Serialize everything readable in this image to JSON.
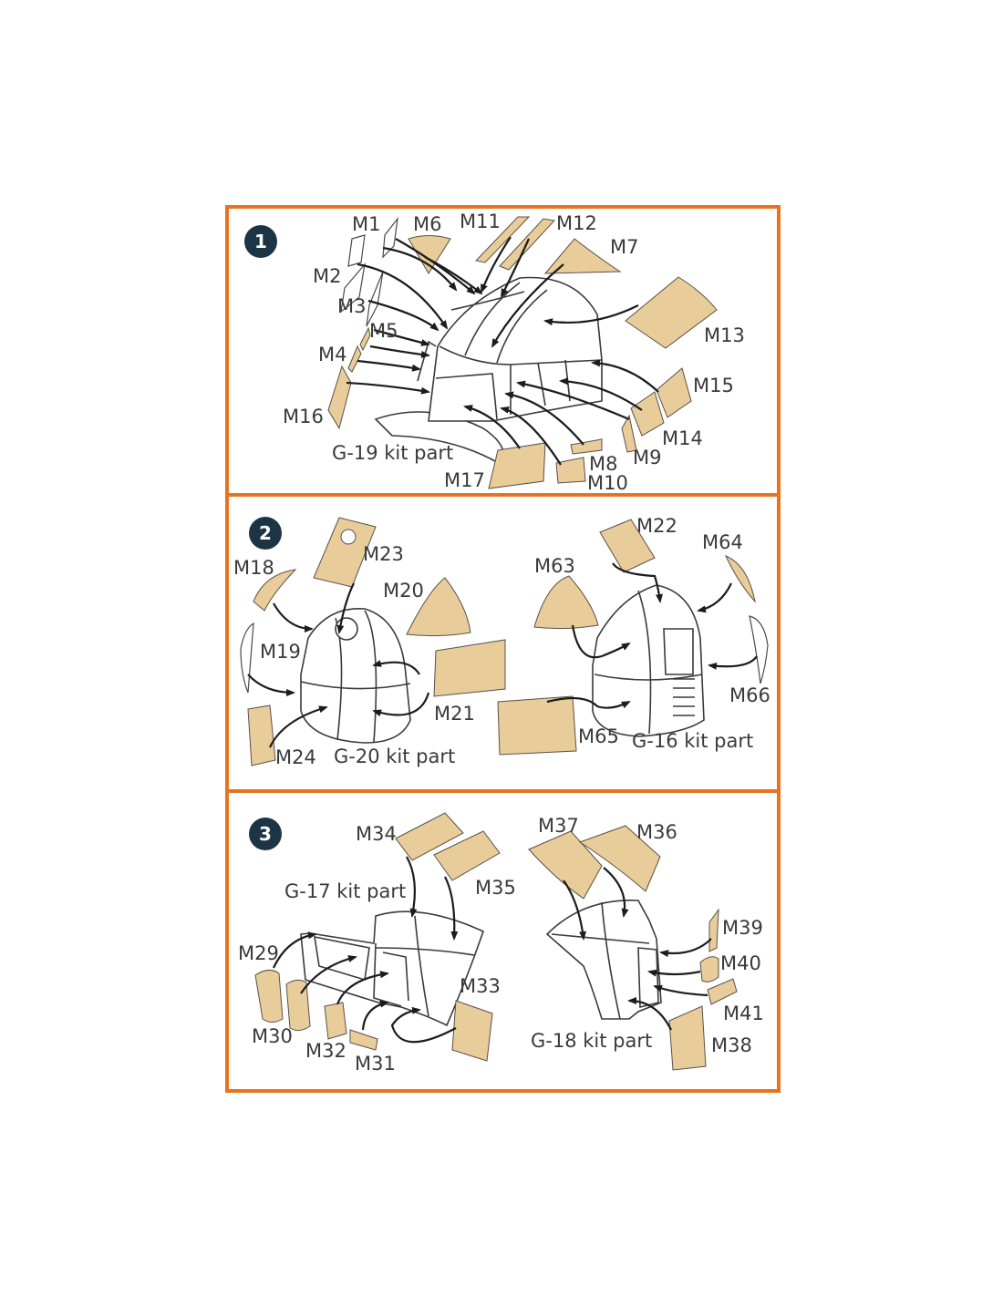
{
  "colors": {
    "frame": "#e8731e",
    "mask": "#e8cc9a",
    "badge": "#1d3445",
    "text": "#3a3a3a"
  },
  "steps": [
    {
      "number": "1",
      "kit_part": "G-19 kit part",
      "labels": [
        "M1",
        "M6",
        "M11",
        "M12",
        "M7",
        "M2",
        "M3",
        "M5",
        "M4",
        "M16",
        "M13",
        "M15",
        "M14",
        "M9",
        "M8",
        "M10",
        "M17"
      ]
    },
    {
      "number": "2",
      "kit_parts": [
        "G-20 kit part",
        "G-16 kit part"
      ],
      "labels": [
        "M23",
        "M18",
        "M20",
        "M19",
        "M21",
        "M24",
        "M22",
        "M64",
        "M63",
        "M66",
        "M65"
      ]
    },
    {
      "number": "3",
      "kit_parts": [
        "G-17 kit part",
        "G-18 kit part"
      ],
      "labels": [
        "M34",
        "M35",
        "M29",
        "M30",
        "M32",
        "M31",
        "M33",
        "M37",
        "M36",
        "M39",
        "M40",
        "M41",
        "M38"
      ]
    }
  ]
}
